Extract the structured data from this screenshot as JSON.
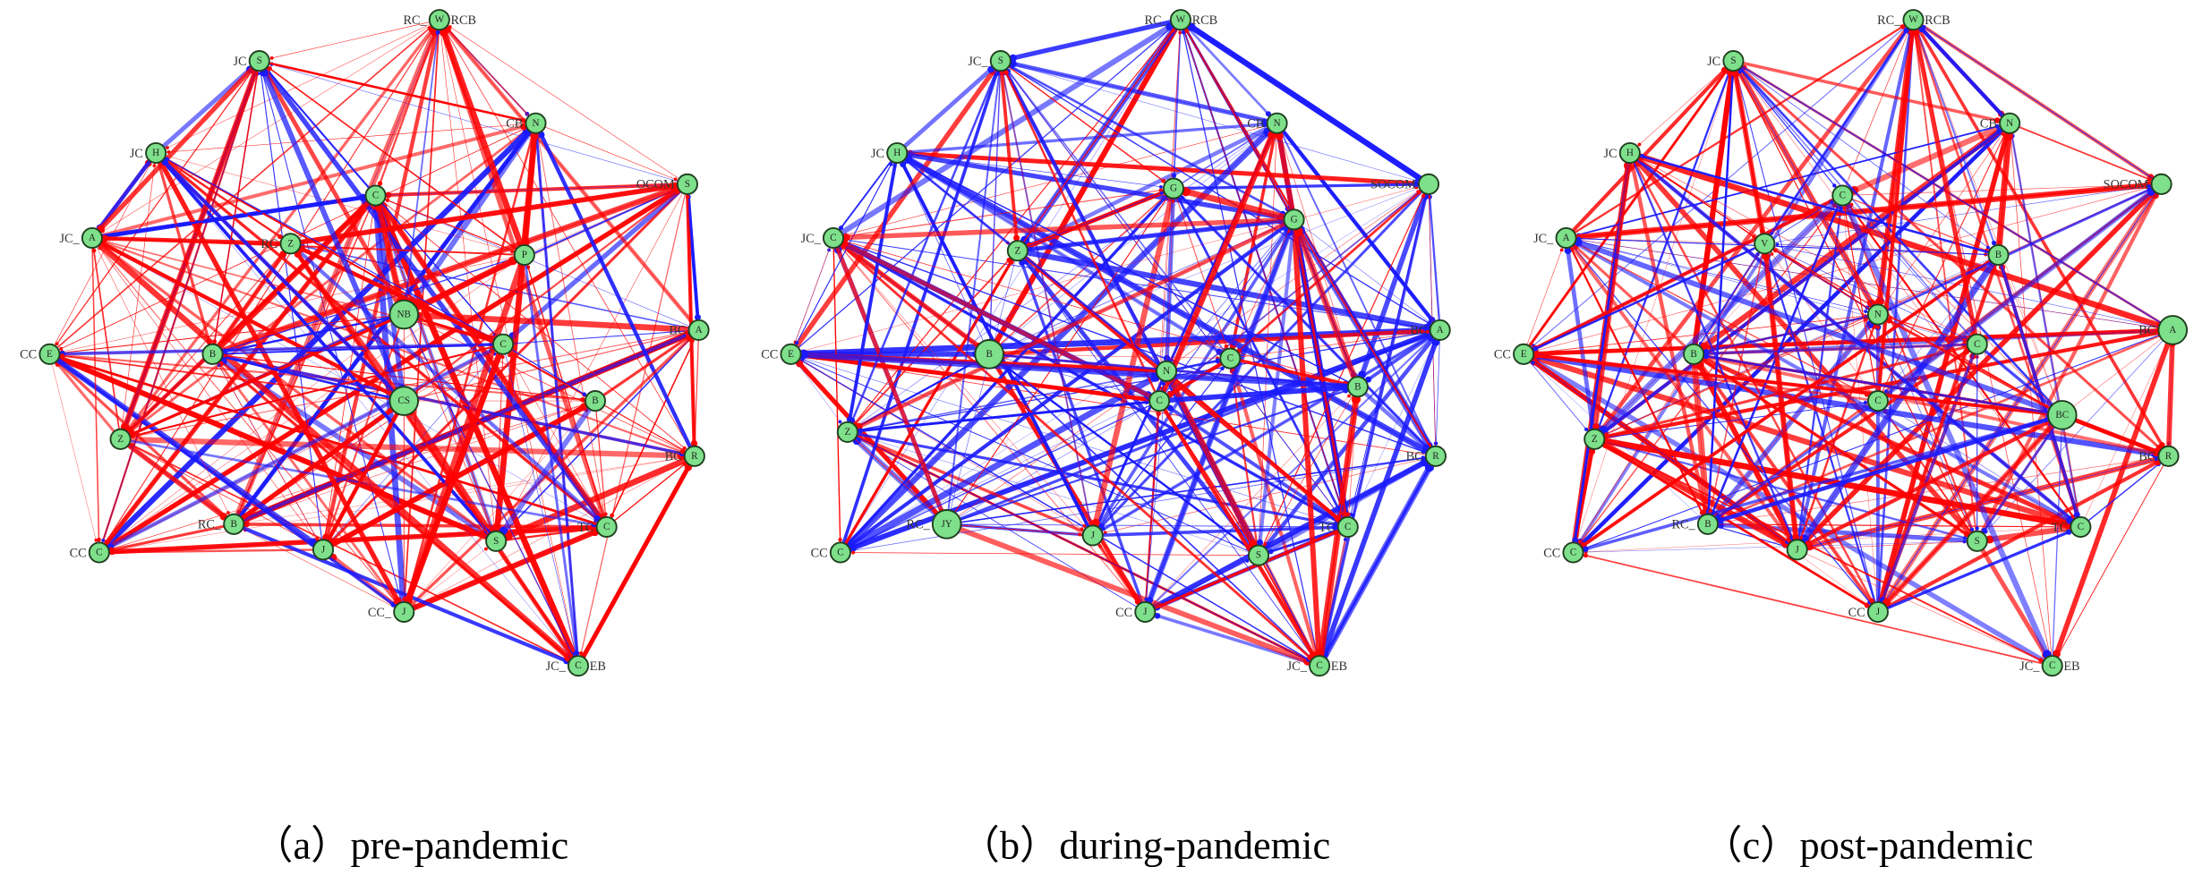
{
  "colors": {
    "positive_edge": "#ff0000",
    "negative_edge": "#1a1aff",
    "node_fill": "#7ee08a",
    "node_stroke": "#1f3f1f"
  },
  "panels": [
    {
      "caption": "（a）pre-pandemic",
      "red_share": 0.72,
      "nodes": [
        {
          "label": "RC_  RCB",
          "letter": "W"
        },
        {
          "label": "CB",
          "letter": "N"
        },
        {
          "label": "OCOM",
          "letter": "S"
        },
        {
          "label": "BC",
          "letter": "A"
        },
        {
          "label": "BC",
          "letter": "R"
        },
        {
          "label": "TC",
          "letter": "C"
        },
        {
          "label": "JC_  EB",
          "letter": "C"
        },
        {
          "label": "",
          "letter": "S"
        },
        {
          "label": "CC_",
          "letter": "J"
        },
        {
          "label": "",
          "letter": "J"
        },
        {
          "label": "RC_",
          "letter": "B"
        },
        {
          "label": "CC",
          "letter": "C"
        },
        {
          "label": "",
          "letter": "Z"
        },
        {
          "label": "CC",
          "letter": "E"
        },
        {
          "label": "",
          "letter": "B"
        },
        {
          "label": "JC_",
          "letter": "A"
        },
        {
          "label": "JC",
          "letter": "H"
        },
        {
          "label": "JC",
          "letter": "S"
        },
        {
          "label": "",
          "letter": "C"
        },
        {
          "label": "RC",
          "letter": "Z"
        },
        {
          "label": "",
          "letter": "P"
        },
        {
          "label": "",
          "letter": "NB"
        },
        {
          "label": "",
          "letter": "C"
        },
        {
          "label": "",
          "letter": "CS"
        },
        {
          "label": "",
          "letter": "B"
        }
      ]
    },
    {
      "caption": "（b）during-pandemic",
      "red_share": 0.38,
      "nodes": [
        {
          "label": "RC_  RCB",
          "letter": "W"
        },
        {
          "label": "CB",
          "letter": "N"
        },
        {
          "label": "SOCOM",
          "letter": ""
        },
        {
          "label": "BC",
          "letter": "A"
        },
        {
          "label": "BC",
          "letter": "R"
        },
        {
          "label": "TC",
          "letter": "C"
        },
        {
          "label": "JC_  EB",
          "letter": "C"
        },
        {
          "label": "",
          "letter": "S"
        },
        {
          "label": "CC",
          "letter": "J"
        },
        {
          "label": "",
          "letter": "J"
        },
        {
          "label": "RC_",
          "letter": "JY"
        },
        {
          "label": "CC",
          "letter": "C"
        },
        {
          "label": "",
          "letter": "Z"
        },
        {
          "label": "CC",
          "letter": "E"
        },
        {
          "label": "",
          "letter": "B"
        },
        {
          "label": "JC_",
          "letter": "C"
        },
        {
          "label": "JC",
          "letter": "H"
        },
        {
          "label": "JC_",
          "letter": "S"
        },
        {
          "label": "",
          "letter": "G"
        },
        {
          "label": "",
          "letter": "Z"
        },
        {
          "label": "",
          "letter": "G"
        },
        {
          "label": "",
          "letter": "N"
        },
        {
          "label": "",
          "letter": "C"
        },
        {
          "label": "",
          "letter": "C"
        },
        {
          "label": "",
          "letter": "B"
        }
      ]
    },
    {
      "caption": "（c）post-pandemic",
      "red_share": 0.66,
      "nodes": [
        {
          "label": "RC_  RCB",
          "letter": "W"
        },
        {
          "label": "CB",
          "letter": "N"
        },
        {
          "label": "SOCOM",
          "letter": ""
        },
        {
          "label": "BC",
          "letter": "A"
        },
        {
          "label": "BC",
          "letter": "R"
        },
        {
          "label": "TC",
          "letter": "C"
        },
        {
          "label": "JC_  EB",
          "letter": "C"
        },
        {
          "label": "",
          "letter": "S"
        },
        {
          "label": "CC",
          "letter": "J"
        },
        {
          "label": "",
          "letter": "J"
        },
        {
          "label": "RC_",
          "letter": "B"
        },
        {
          "label": "CC",
          "letter": "C"
        },
        {
          "label": "",
          "letter": "Z"
        },
        {
          "label": "CC",
          "letter": "E"
        },
        {
          "label": "",
          "letter": "B"
        },
        {
          "label": "JC_",
          "letter": "A"
        },
        {
          "label": "JC",
          "letter": "H"
        },
        {
          "label": "JC",
          "letter": "S"
        },
        {
          "label": "",
          "letter": "C"
        },
        {
          "label": "",
          "letter": "V"
        },
        {
          "label": "",
          "letter": "B"
        },
        {
          "label": "",
          "letter": "N"
        },
        {
          "label": "",
          "letter": "C"
        },
        {
          "label": "",
          "letter": "C"
        },
        {
          "label": "",
          "letter": "BC"
        }
      ]
    }
  ]
}
